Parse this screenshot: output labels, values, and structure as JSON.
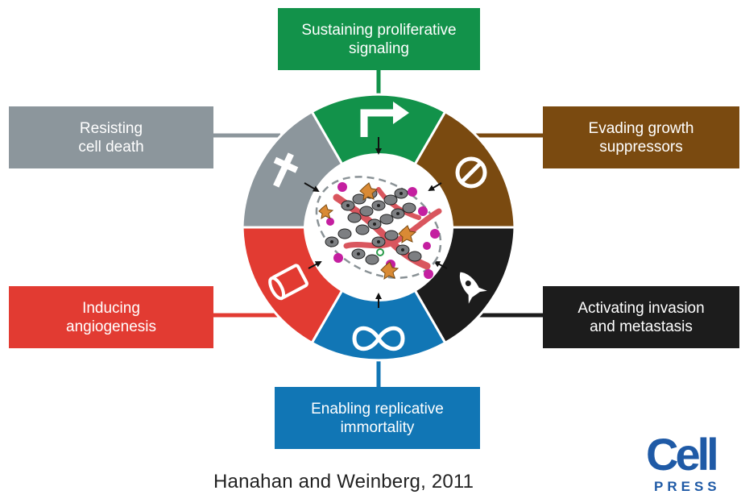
{
  "hallmarks": [
    {
      "id": "top",
      "lines": [
        "Sustaining proliferative",
        "signaling"
      ],
      "color": "#12924a",
      "icon": "arrow-icon"
    },
    {
      "id": "tr",
      "lines": [
        "Evading growth",
        "suppressors"
      ],
      "color": "#7a4a10",
      "icon": "prohibition-icon"
    },
    {
      "id": "br",
      "lines": [
        "Activating invasion",
        "and metastasis"
      ],
      "color": "#1c1c1c",
      "icon": "rocket-icon"
    },
    {
      "id": "bottom",
      "lines": [
        "Enabling replicative",
        "immortality"
      ],
      "color": "#1176b5",
      "icon": "infinity-icon"
    },
    {
      "id": "bl",
      "lines": [
        "Inducing",
        "angiogenesis"
      ],
      "color": "#e23b32",
      "icon": "vessel-icon"
    },
    {
      "id": "tl",
      "lines": [
        "Resisting",
        "cell death"
      ],
      "color": "#8c969c",
      "icon": "cross-icon"
    }
  ],
  "citation": "Hanahan and Weinberg, 2011",
  "logo": {
    "word": "Cell",
    "sub": "PRESS",
    "color": "#1f5aa6"
  },
  "colors": {
    "cell_gray": "#7d7f82",
    "cell_magenta": "#c41fa0",
    "cell_orange": "#d98a35",
    "vessel_red": "#d9565e"
  }
}
